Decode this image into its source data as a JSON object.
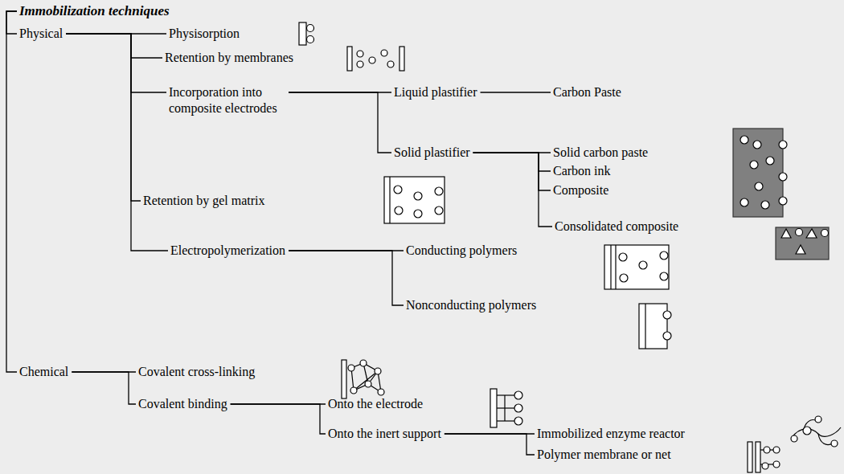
{
  "diagram": {
    "nodes": [
      {
        "text": [
          "Immobilization techniques"
        ]
      },
      {
        "text": [
          "Physical"
        ]
      },
      {
        "text": [
          "Physisorption"
        ]
      },
      {
        "text": [
          "Retention by membranes"
        ]
      },
      {
        "text": [
          "Incorporation into composite electrodes"
        ]
      },
      {
        "text": [
          "Liquid plastifier"
        ]
      },
      {
        "text": [
          "Carbon Paste"
        ]
      },
      {
        "text": [
          "Solid plastifier"
        ]
      },
      {
        "text": [
          "Solid carbon paste"
        ]
      },
      {
        "text": [
          "Carbon ink"
        ]
      },
      {
        "text": [
          "Composite"
        ]
      },
      {
        "text": [
          "Consolidated composite"
        ]
      },
      {
        "text": [
          "Retention by gel matrix"
        ]
      },
      {
        "text": [
          "Electropolymerization"
        ]
      },
      {
        "text": [
          "Conducting polymers"
        ]
      },
      {
        "text": [
          "Nonconducting polymers"
        ]
      },
      {
        "text": [
          "Chemical"
        ]
      },
      {
        "text": [
          "Covalent cross-linking"
        ]
      },
      {
        "text": [
          "Covalent binding"
        ]
      },
      {
        "text": [
          "Onto the electrode"
        ]
      },
      {
        "text": [
          "Onto the inert support"
        ]
      },
      {
        "text": [
          "Immobilized enzyme reactor"
        ]
      },
      {
        "text": [
          "Polymer membrane or net"
        ]
      }
    ],
    "edges": [
      {
        "from": 0,
        "to": 1,
        "arrow": "none"
      },
      {
        "from": 0,
        "to": 16,
        "arrow": "none"
      },
      {
        "from": 1,
        "to": 2,
        "arrow": "none"
      },
      {
        "from": 1,
        "to": 3,
        "arrow": "none"
      },
      {
        "from": 1,
        "to": 4,
        "arrow": "none"
      },
      {
        "from": 1,
        "to": 12,
        "arrow": "none"
      },
      {
        "from": 1,
        "to": 13,
        "arrow": "none"
      },
      {
        "from": 4,
        "to": 5,
        "arrow": "none"
      },
      {
        "from": 4,
        "to": 7,
        "arrow": "none"
      },
      {
        "from": 5,
        "to": 6,
        "arrow": "none"
      },
      {
        "from": 7,
        "to": 8,
        "arrow": "none"
      },
      {
        "from": 7,
        "to": 9,
        "arrow": "none"
      },
      {
        "from": 7,
        "to": 10,
        "arrow": "none"
      },
      {
        "from": 7,
        "to": 11,
        "arrow": "none"
      },
      {
        "from": 13,
        "to": 14,
        "arrow": "none"
      },
      {
        "from": 13,
        "to": 15,
        "arrow": "none"
      },
      {
        "from": 16,
        "to": 17,
        "arrow": "none"
      },
      {
        "from": 16,
        "to": 18,
        "arrow": "none"
      },
      {
        "from": 18,
        "to": 19,
        "arrow": "none"
      },
      {
        "from": 18,
        "to": 20,
        "arrow": "none"
      },
      {
        "from": 20,
        "to": 21,
        "arrow": "none"
      },
      {
        "from": 20,
        "to": 22,
        "arrow": "none"
      }
    ]
  }
}
